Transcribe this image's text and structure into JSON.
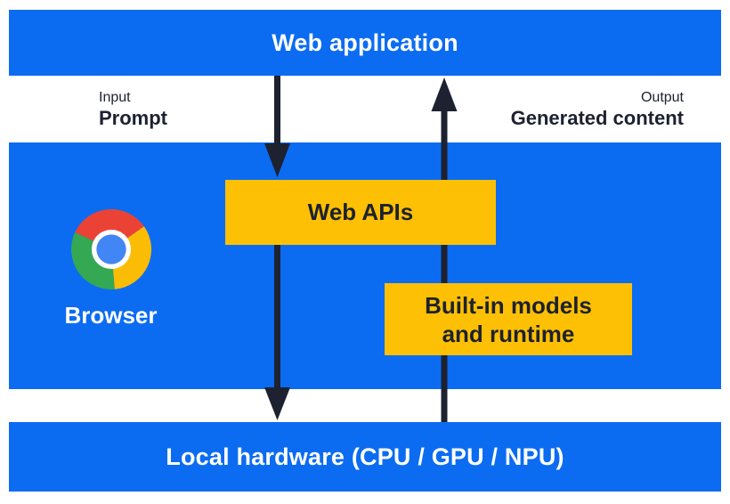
{
  "colors": {
    "blue": "#0b6cf1",
    "yellow": "#fdc004",
    "dark": "#1d2130",
    "white": "#ffffff",
    "chrome_red": "#ea4335",
    "chrome_green": "#34a853",
    "chrome_yellow": "#fbbc05",
    "chrome_blue": "#4285f4"
  },
  "top_bar": {
    "label": "Web application"
  },
  "flow": {
    "input_caption": "Input",
    "input_label": "Prompt",
    "output_caption": "Output",
    "output_label": "Generated content"
  },
  "browser_section": {
    "browser_label": "Browser",
    "web_apis_label": "Web APIs",
    "builtin_line1": "Built-in models",
    "builtin_line2": "and runtime"
  },
  "bottom_bar": {
    "label": "Local hardware (CPU / GPU / NPU)"
  },
  "icons": {
    "chrome_logo": "chrome-logo"
  },
  "arrows": [
    {
      "name": "prompt-flow",
      "direction": "down",
      "from": "Web application",
      "via": "Web APIs",
      "to": "Local hardware (CPU / GPU / NPU)"
    },
    {
      "name": "output-flow",
      "direction": "up",
      "from": "Local hardware (CPU / GPU / NPU)",
      "via": "Built-in models and runtime",
      "to": "Web application"
    }
  ]
}
